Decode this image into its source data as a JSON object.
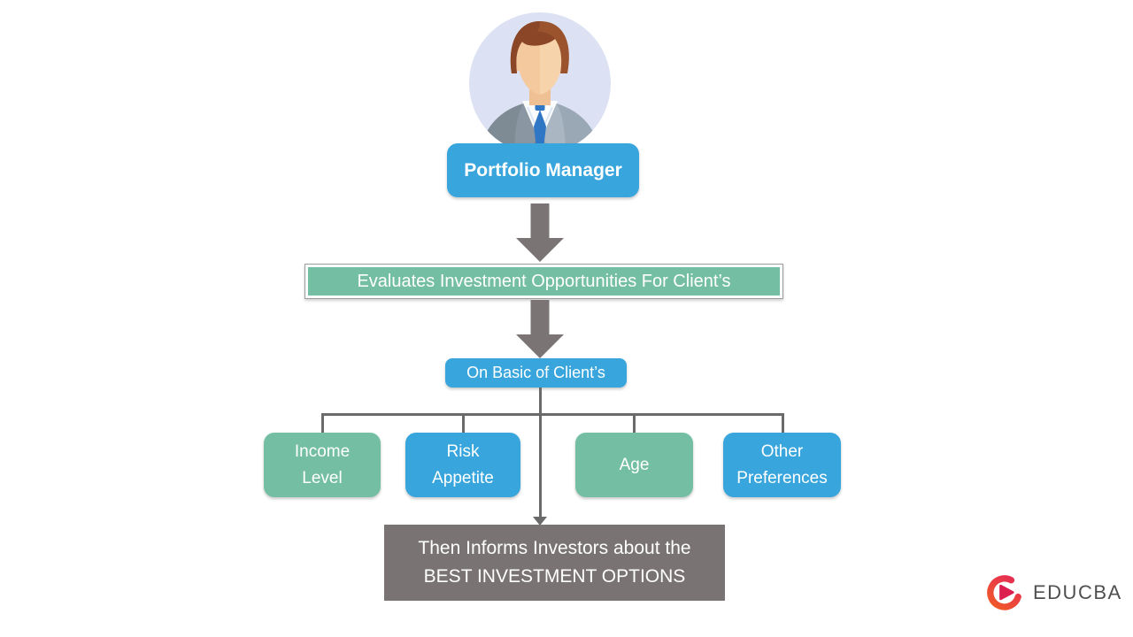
{
  "page": {
    "background": "#ffffff"
  },
  "palette": {
    "blue": "#38a6dd",
    "green": "#74bfa3",
    "result_gray": "#797373",
    "arrow_gray": "#7b7474",
    "line_gray": "#6a6a6a"
  },
  "flowchart": {
    "manager": {
      "label": "Portfolio Manager",
      "color": "#38a6dd"
    },
    "evaluates": {
      "label": "Evaluates Investment Opportunities For Client’s",
      "color": "#74bfa3"
    },
    "basis": {
      "label": "On Basic of Client’s",
      "color": "#38a6dd"
    },
    "factors": [
      {
        "label": "Income\nLevel",
        "color": "#74bfa3"
      },
      {
        "label": "Risk\nAppetite",
        "color": "#38a6dd"
      },
      {
        "label": "Age",
        "color": "#74bfa3"
      },
      {
        "label": "Other\nPreferences",
        "color": "#38a6dd"
      }
    ],
    "result": {
      "label": "Then Informs Investors about the\nBEST INVESTMENT OPTIONS",
      "color": "#797373"
    }
  },
  "branding": {
    "logo_text": "EDUCBA",
    "logo_text_color": "#4f4f51",
    "logo_gradient_top": "#e62e52",
    "logo_gradient_bottom": "#f05a28"
  }
}
